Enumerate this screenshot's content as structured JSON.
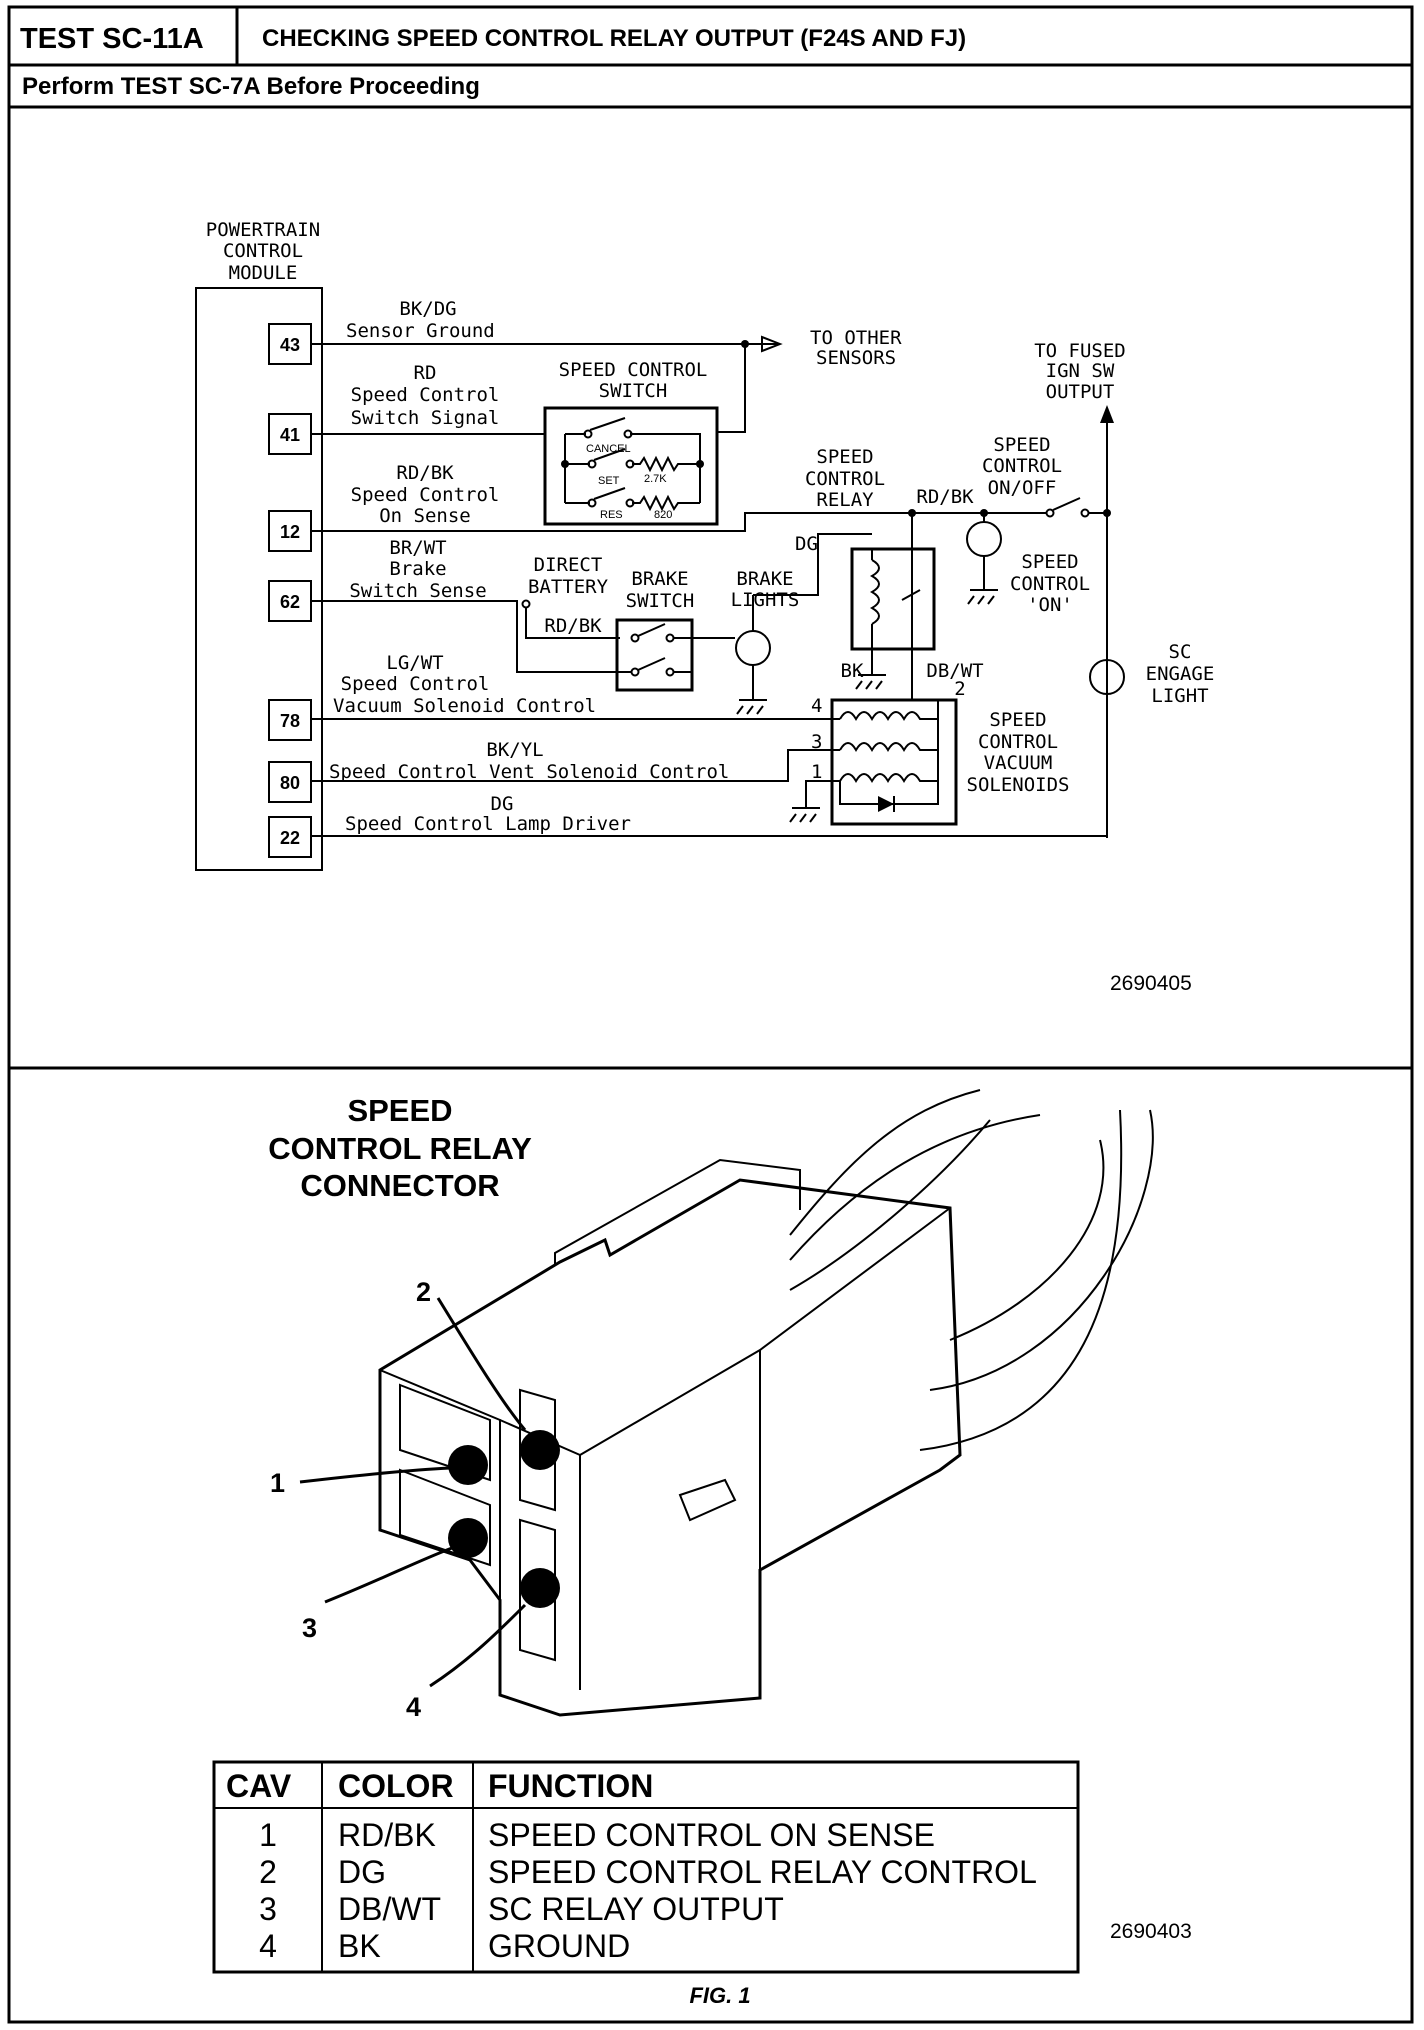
{
  "header": {
    "test_id": "TEST SC-11A",
    "title": "CHECKING SPEED CONTROL RELAY OUTPUT (F24S AND FJ)",
    "subtitle": "Perform TEST SC-7A Before Proceeding"
  },
  "schematic": {
    "figure_number": "2690405",
    "pcm": {
      "line1": "POWERTRAIN",
      "line2": "CONTROL",
      "line3": "MODULE"
    },
    "pins": [
      {
        "pin": "43",
        "color": "BK/DG",
        "function": "Sensor Ground"
      },
      {
        "pin": "41",
        "color": "RD",
        "function1": "Speed Control",
        "function2": "Switch Signal"
      },
      {
        "pin": "12",
        "color": "RD/BK",
        "function1": "Speed Control",
        "function2": "On Sense"
      },
      {
        "pin": "62",
        "color": "BR/WT",
        "function1": "Brake",
        "function2": "Switch Sense"
      },
      {
        "pin": "78",
        "color": "LG/WT",
        "function1": "Speed Control",
        "function2": "Vacuum Solenoid Control"
      },
      {
        "pin": "80",
        "color": "BK/YL",
        "function": "Speed Control Vent Solenoid Control"
      },
      {
        "pin": "22",
        "color": "DG",
        "function": "Speed Control Lamp Driver"
      }
    ],
    "labels": {
      "to_other_sensors_1": "TO OTHER",
      "to_other_sensors_2": "SENSORS",
      "sc_switch_1": "SPEED CONTROL",
      "sc_switch_2": "SWITCH",
      "cancel": "CANCEL",
      "set": "SET",
      "res": "RES",
      "r27k": "2.7K",
      "r820": "820",
      "fused_1": "TO FUSED",
      "fused_2": "IGN SW",
      "fused_3": "OUTPUT",
      "relay_1": "SPEED",
      "relay_2": "CONTROL",
      "relay_3": "RELAY",
      "relay_wire": "RD/BK",
      "onoff_1": "SPEED",
      "onoff_2": "CONTROL",
      "onoff_3": "ON/OFF",
      "dg": "DG",
      "direct_1": "DIRECT",
      "direct_2": "BATTERY",
      "brake_sw_1": "BRAKE",
      "brake_sw_2": "SWITCH",
      "brake_lt_1": "BRAKE",
      "brake_lt_2": "LIGHTS",
      "rdbk2": "RD/BK",
      "sc_on_1": "SPEED",
      "sc_on_2": "CONTROL",
      "sc_on_3": "'ON'",
      "sc_engage_1": "SC",
      "sc_engage_2": "ENGAGE",
      "sc_engage_3": "LIGHT",
      "bk": "BK",
      "dbwt": "DB/WT",
      "cav2": "2",
      "sol_1": "SPEED",
      "sol_2": "CONTROL",
      "sol_3": "VACUUM",
      "sol_4": "SOLENOIDS",
      "sol_pin4": "4",
      "sol_pin3": "3",
      "sol_pin1": "1"
    }
  },
  "connector": {
    "figure_number": "2690403",
    "title_1": "SPEED",
    "title_2": "CONTROL RELAY",
    "title_3": "CONNECTOR",
    "callouts": [
      "1",
      "2",
      "3",
      "4"
    ],
    "table": {
      "headers": [
        "CAV",
        "COLOR",
        "FUNCTION"
      ],
      "rows": [
        {
          "cav": "1",
          "color": "RD/BK",
          "function": "SPEED CONTROL ON SENSE"
        },
        {
          "cav": "2",
          "color": "DG",
          "function": "SPEED CONTROL RELAY CONTROL"
        },
        {
          "cav": "3",
          "color": "DB/WT",
          "function": "SC RELAY OUTPUT"
        },
        {
          "cav": "4",
          "color": "BK",
          "function": "GROUND"
        }
      ]
    },
    "caption": "FIG. 1"
  }
}
